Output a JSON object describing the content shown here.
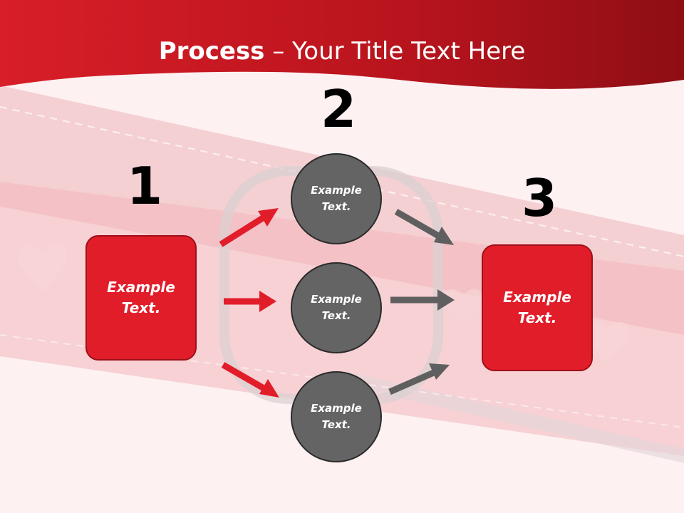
{
  "title": {
    "bold": "Process",
    "rest": " – Your Title Text Here"
  },
  "steps": {
    "one": {
      "number": "1",
      "text": "Example\nText."
    },
    "two": {
      "number": "2",
      "items": [
        {
          "text": "Example\nText."
        },
        {
          "text": "Example\nText."
        },
        {
          "text": "Example\nText."
        }
      ]
    },
    "three": {
      "number": "3",
      "text": "Example\nText."
    }
  },
  "colors": {
    "accent_red": "#e21d2a",
    "header_red": "#b5121b",
    "circle_gray": "#646464",
    "arrow_gray": "#5f5f5f"
  }
}
